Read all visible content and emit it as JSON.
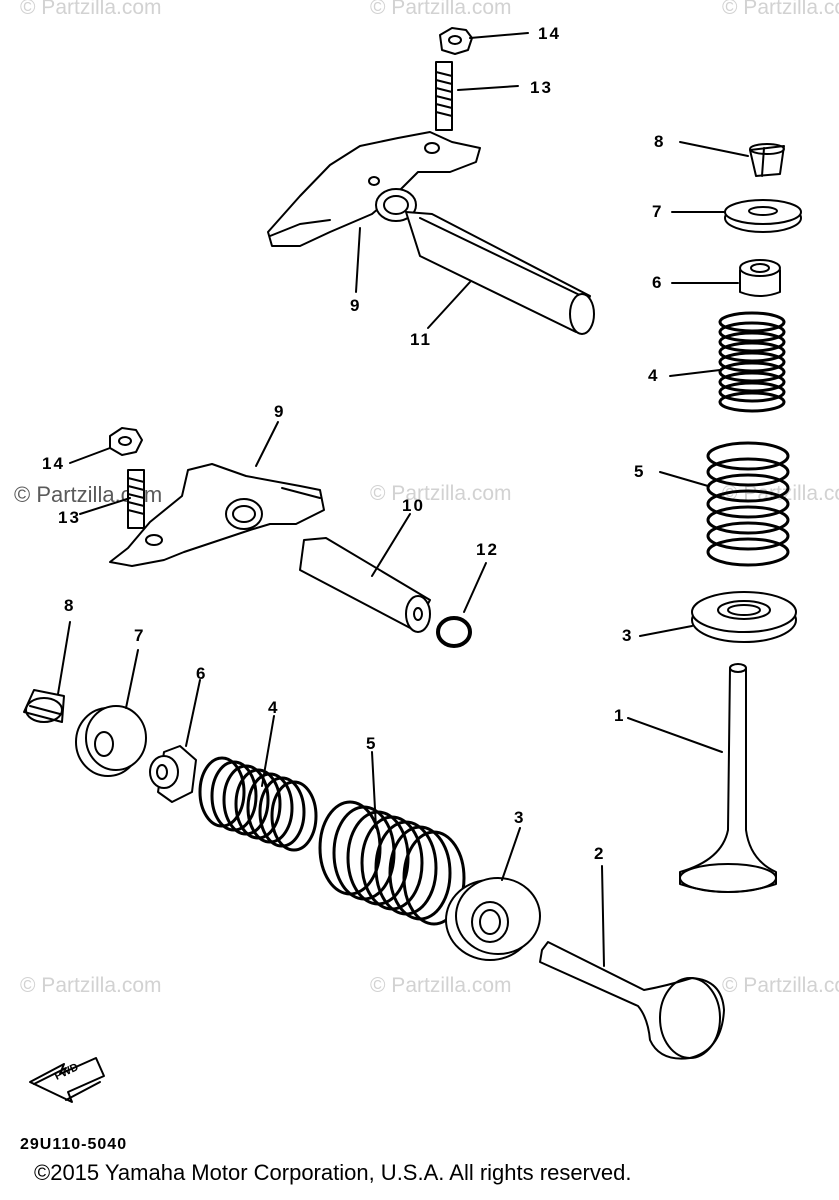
{
  "watermark": {
    "text": "© Partzilla.com"
  },
  "callouts": {
    "c14a": "14",
    "c13a": "13",
    "c9a": "9",
    "c11": "11",
    "c8r": "8",
    "c7r": "7",
    "c6r": "6",
    "c4r": "4",
    "c5r": "5",
    "c3r": "3",
    "c1": "1",
    "c9b": "9",
    "c14b": "14",
    "c13b": "13",
    "c10": "10",
    "c12": "12",
    "c8l": "8",
    "c7l": "7",
    "c6l": "6",
    "c4l": "4",
    "c5l": "5",
    "c3l": "3",
    "c2": "2"
  },
  "fwd_label": "FWD",
  "diagram_code": "29U110-5040",
  "copyright": "©2015  Yamaha Motor Corporation, U.S.A. All rights reserved."
}
